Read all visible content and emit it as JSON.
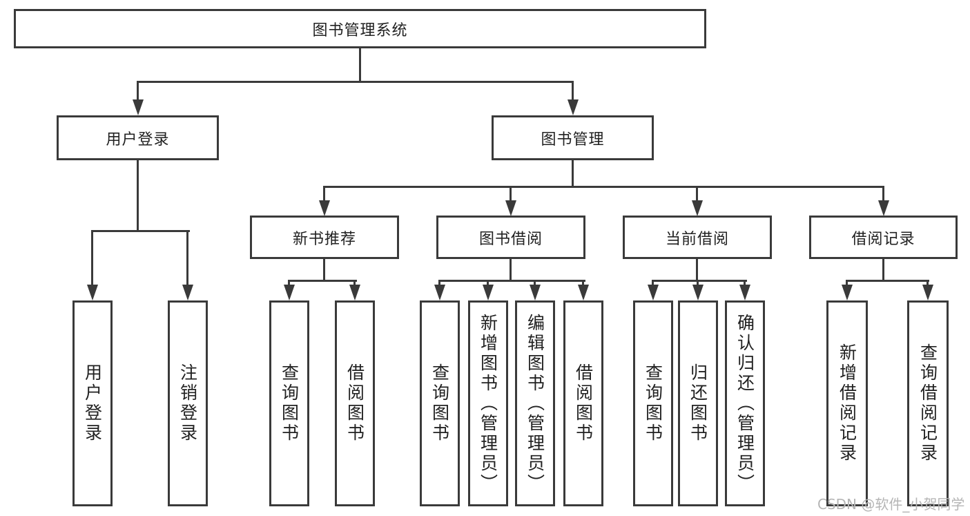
{
  "diagram": {
    "root": {
      "label": "图书管理系统"
    },
    "level2": {
      "user_login": {
        "label": "用户登录"
      },
      "book_mgmt": {
        "label": "图书管理"
      }
    },
    "level3": {
      "new_books": {
        "label": "新书推荐"
      },
      "book_borrow": {
        "label": "图书借阅"
      },
      "current_borrow": {
        "label": "当前借阅"
      },
      "borrow_records": {
        "label": "借阅记录"
      }
    },
    "leaves": [
      {
        "id": "user-login",
        "label": "用户登录"
      },
      {
        "id": "logout",
        "label": "注销登录"
      },
      {
        "id": "newbooks-query-book",
        "label": "查询图书"
      },
      {
        "id": "newbooks-borrow-book",
        "label": "借阅图书"
      },
      {
        "id": "borrow-query-book",
        "label": "查询图书"
      },
      {
        "id": "borrow-add-book-admin",
        "label": "新增图书（管理员）"
      },
      {
        "id": "borrow-edit-book-admin",
        "label": "编辑图书（管理员）"
      },
      {
        "id": "borrow-borrow-book",
        "label": "借阅图书"
      },
      {
        "id": "current-query-book",
        "label": "查询图书"
      },
      {
        "id": "current-return-book",
        "label": "归还图书"
      },
      {
        "id": "current-confirm-admin",
        "label": "确认归还（管理员）"
      },
      {
        "id": "records-add-record",
        "label": "新增借阅记录"
      },
      {
        "id": "records-query-record",
        "label": "查询借阅记录"
      }
    ]
  },
  "watermark": {
    "text": "CSDN @软件_小贺同学"
  },
  "colors": {
    "line": "#3a3a3a",
    "text": "#212121",
    "background": "#ffffff",
    "watermark": "#b5b5b5"
  }
}
